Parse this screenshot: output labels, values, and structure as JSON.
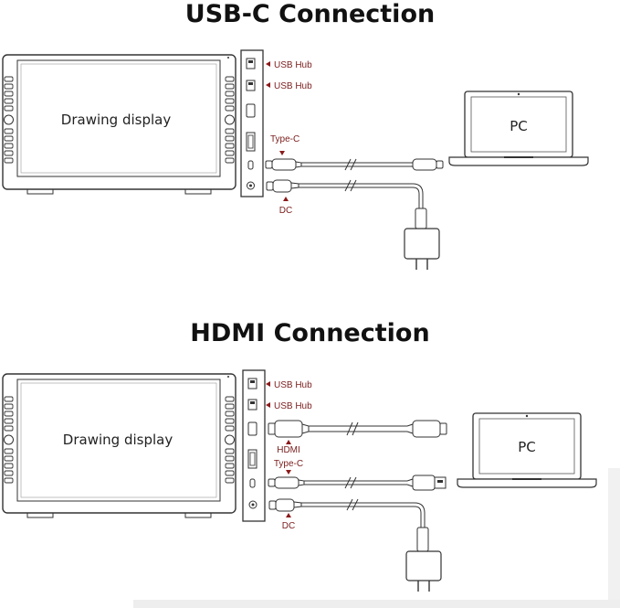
{
  "sections": [
    {
      "title": "USB-C Connection",
      "display_label": "Drawing display",
      "pc_label": "PC",
      "port_labels": [
        "USB Hub",
        "USB Hub"
      ],
      "cable_labels": {
        "type_c": "Type-C",
        "dc": "DC"
      }
    },
    {
      "title": "HDMI Connection",
      "display_label": "Drawing display",
      "pc_label": "PC",
      "port_labels": [
        "USB Hub",
        "USB Hub"
      ],
      "cable_labels": {
        "hdmi": "HDMI",
        "type_c": "Type-C",
        "dc": "DC"
      }
    }
  ],
  "colors": {
    "line": "#333333",
    "label_red": "#7a1c1c",
    "arrow_red": "#8b1a1a"
  }
}
